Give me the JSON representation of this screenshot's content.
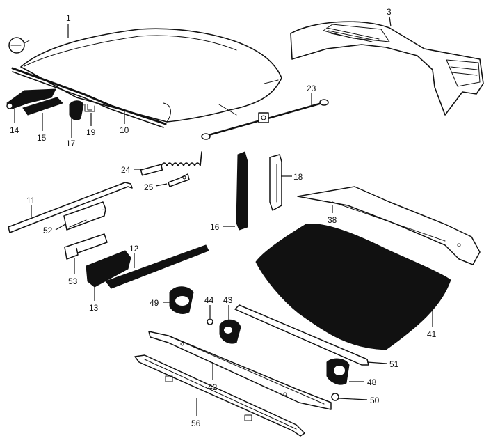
{
  "callouts": [
    "1",
    "3",
    "14",
    "15",
    "17",
    "19",
    "10",
    "23",
    "24",
    "25",
    "18",
    "11",
    "52",
    "16",
    "38",
    "12",
    "53",
    "13",
    "49",
    "44",
    "43",
    "41",
    "51",
    "42",
    "48",
    "50",
    "56"
  ]
}
